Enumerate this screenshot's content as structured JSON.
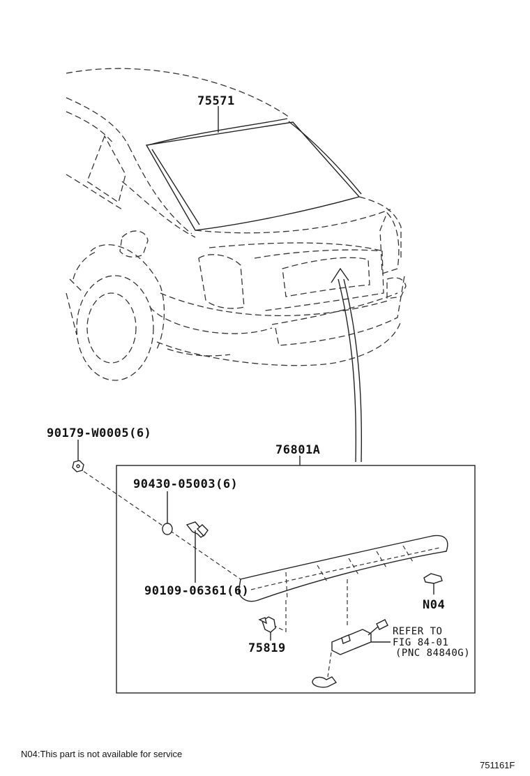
{
  "parts": {
    "p75571": "75571",
    "p76801a": "76801A",
    "p90179": "90179-W0005(6)",
    "p90430": "90430-05003(6)",
    "p90109": "90109-06361(6)",
    "p75819": "75819",
    "pN04": "N04"
  },
  "reference": {
    "line1": "REFER TO",
    "line2": "FIG 84-01",
    "line3": "(PNC 84840G)"
  },
  "footnote": "N04:This part is not available for service",
  "figure_id": "751161F"
}
